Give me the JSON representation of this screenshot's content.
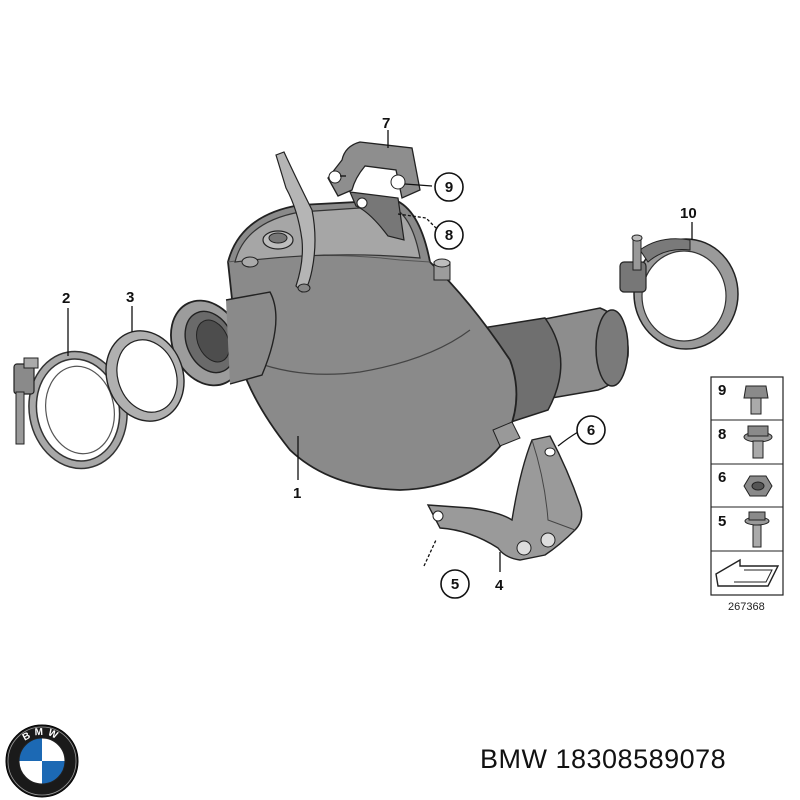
{
  "callouts": {
    "c1": "1",
    "c2": "2",
    "c3": "3",
    "c4": "4",
    "c5": "5",
    "c6": "6",
    "c7": "7",
    "c8": "8",
    "c9": "9",
    "c10": "10"
  },
  "legend": {
    "items": [
      {
        "num": "9",
        "icon": "hex-bolt-icon"
      },
      {
        "num": "8",
        "icon": "flange-bolt-icon"
      },
      {
        "num": "6",
        "icon": "hex-nut-icon"
      },
      {
        "num": "5",
        "icon": "collar-screw-icon"
      }
    ]
  },
  "ref_code": "267368",
  "logo": {
    "text": "BMW"
  },
  "caption": "BMW 18308589078",
  "colors": {
    "part_fill": "#8a8a8a",
    "part_dark": "#5e5e5e",
    "part_light": "#b8b8b8",
    "line": "#111111"
  }
}
